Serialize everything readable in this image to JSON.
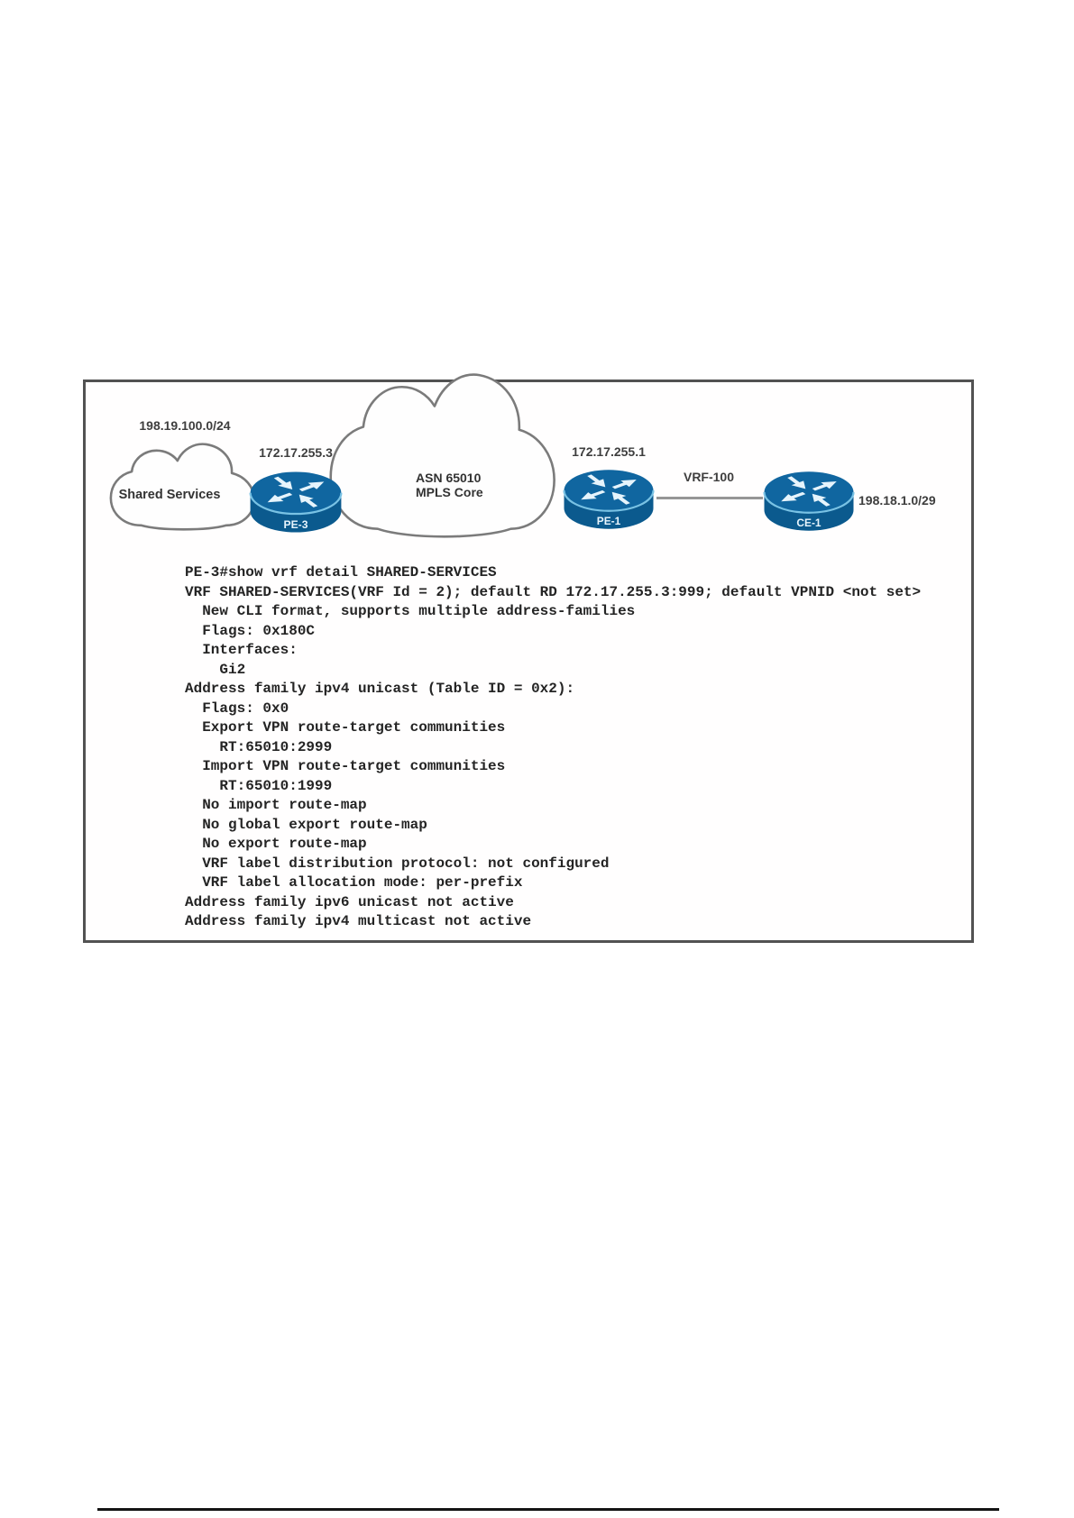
{
  "diagram": {
    "shared_subnet": "198.19.100.0/24",
    "clouds": {
      "shared": {
        "label": "Shared Services"
      },
      "mpls": {
        "line1": "ASN 65010",
        "line2": "MPLS Core"
      }
    },
    "routers": {
      "pe3": {
        "name": "PE-3",
        "ip": "172.17.255.3"
      },
      "pe1": {
        "name": "PE-1",
        "ip": "172.17.255.1"
      },
      "ce1": {
        "name": "CE-1",
        "subnet": "198.18.1.0/29"
      }
    },
    "link": {
      "label": "VRF-100"
    }
  },
  "cli": {
    "lines": [
      "PE-3#show vrf detail SHARED-SERVICES",
      "VRF SHARED-SERVICES(VRF Id = 2); default RD 172.17.255.3:999; default VPNID <not set>",
      "  New CLI format, supports multiple address-families",
      "  Flags: 0x180C",
      "  Interfaces:",
      "    Gi2",
      "Address family ipv4 unicast (Table ID = 0x2):",
      "  Flags: 0x0",
      "  Export VPN route-target communities",
      "    RT:65010:2999",
      "  Import VPN route-target communities",
      "    RT:65010:1999",
      "  No import route-map",
      "  No global export route-map",
      "  No export route-map",
      "  VRF label distribution protocol: not configured",
      "  VRF label allocation mode: per-prefix",
      "Address family ipv6 unicast not active",
      "Address family ipv4 multicast not active"
    ]
  },
  "colors": {
    "router_body": "#0b5a8e",
    "router_top": "#1066a0",
    "router_rim": "#79c2e4",
    "cloud_stroke": "#7b7b7b",
    "panel_border": "#525252",
    "link_line": "#969696",
    "text": "#3e3e3e",
    "cli_text": "#242424"
  }
}
